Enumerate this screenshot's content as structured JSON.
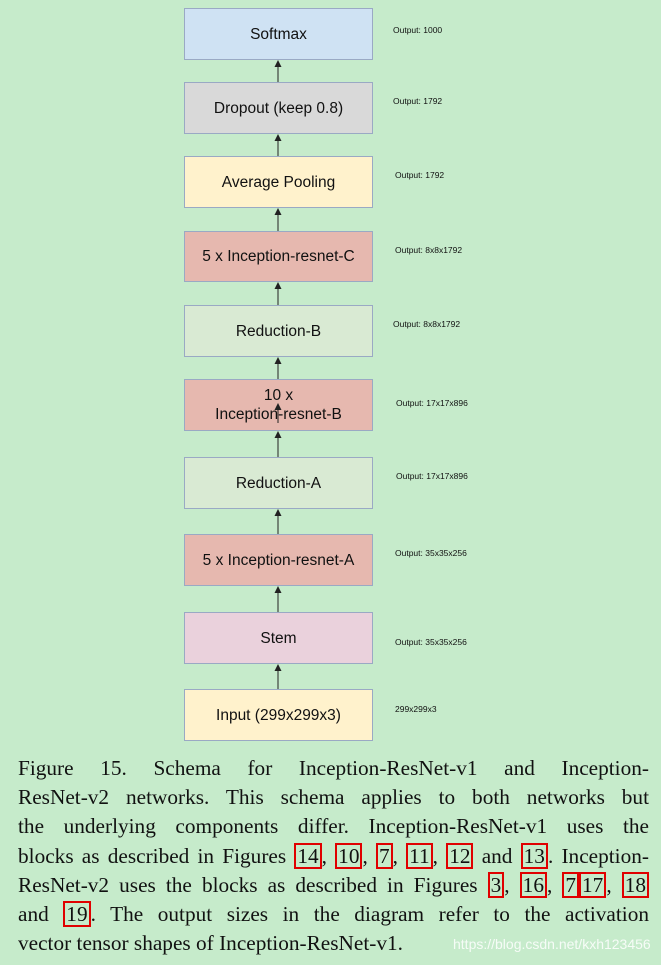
{
  "diagram": {
    "blocks": [
      {
        "id": "softmax",
        "label": "Softmax",
        "output": "Output: 1000",
        "color": "#cfe2f3"
      },
      {
        "id": "dropout",
        "label": "Dropout (keep 0.8)",
        "output": "Output: 1792",
        "color": "#d9d9d9"
      },
      {
        "id": "avgpool",
        "label": "Average Pooling",
        "output": "Output: 1792",
        "color": "#fff2cc"
      },
      {
        "id": "resnet-c",
        "label": "5 x Inception-resnet-C",
        "output": "Output: 8x8x1792",
        "color": "#e6b8af"
      },
      {
        "id": "reduction-b",
        "label": "Reduction-B",
        "output": "Output: 8x8x1792",
        "color": "#d9ead3"
      },
      {
        "id": "resnet-b",
        "label_line1": "10 x",
        "label_line2": "Inception-resnet-B",
        "output": "Output: 17x17x896",
        "color": "#e6b8af"
      },
      {
        "id": "reduction-a",
        "label": "Reduction-A",
        "output": "Output: 17x17x896",
        "color": "#d9ead3"
      },
      {
        "id": "resnet-a",
        "label": "5 x Inception-resnet-A",
        "output": "Output: 35x35x256",
        "color": "#e6b8af"
      },
      {
        "id": "stem",
        "label": "Stem",
        "output": "Output: 35x35x256",
        "color": "#ead1dc"
      },
      {
        "id": "input",
        "label": "Input (299x299x3)",
        "output": "299x299x3",
        "color": "#fff2cc"
      }
    ]
  },
  "caption": {
    "l1": "Figure 15. Schema for Inception-ResNet-v1 and Inception-",
    "l2": "ResNet-v2 networks. This schema applies to both networks but",
    "l3": "the underlying components differ. Inception-ResNet-v1 uses the",
    "l4a": "blocks as described in Figures ",
    "r14": "14",
    "r10": "10",
    "r7a": "7",
    "r11": "11",
    "r12": "12",
    "l4b": "and",
    "r13": "13",
    "l4c": ". Inception-",
    "l5a": "ResNet-v2 uses the blocks as described in Figures ",
    "r3": "3",
    "r16": "16",
    "r7b": "7",
    "r17": "17",
    "r18": "18",
    "l6a": "and ",
    "r19": "19",
    "l6b": ". The output sizes in the diagram refer to the activation",
    "l7": "vector tensor shapes of Inception-ResNet-v1."
  },
  "watermark": "https://blog.csdn.net/kxh123456",
  "colors": {
    "background": "#c6ebcb",
    "ref_border": "#e00000",
    "box_border": "#9aa9c4"
  }
}
